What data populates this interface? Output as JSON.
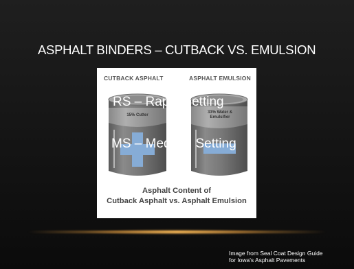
{
  "slide": {
    "title": "ASPHALT BINDERS – CUTBACK VS. EMULSION",
    "overlay_text": [
      "RS – Rapid Setting",
      "MS – Medium Setting"
    ],
    "credit_lines": [
      "Image from Seal Coat Design Guide",
      "for Iowa's Asphalt Pavements"
    ]
  },
  "figure": {
    "left_heading": "CUTBACK ASPHALT",
    "right_heading": "ASPHALT EMULSION",
    "left_drum_label": "15% Cutter",
    "right_drum_label": "33% Water & Emulsifier",
    "caption_line1": "Asphalt Content of",
    "caption_line2": "Cutback Asphalt vs. Asphalt Emulsion"
  },
  "colors": {
    "background": "#141414",
    "drum_body": "#6f6f6f",
    "drum_top": "#9a9a9a",
    "symbol_blue": "#7fa7d3",
    "accent_glow": "#ffb04a"
  }
}
